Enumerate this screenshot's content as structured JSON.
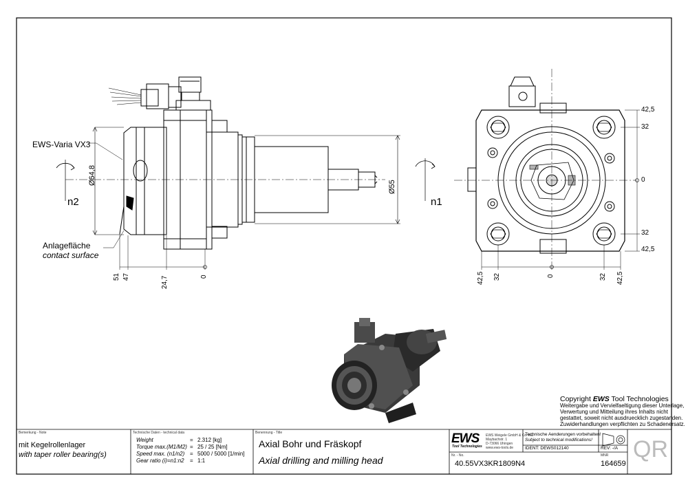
{
  "side_view": {
    "label_product": "EWS-Varia VX3",
    "label_contact_de": "Anlagefläche",
    "label_contact_en": "contact surface",
    "dia_left": "Ø64,8",
    "dia_right": "Ø55",
    "n_left": "n2",
    "n_right": "n1",
    "dims_bottom": [
      "51",
      "47",
      "24,7",
      "0"
    ]
  },
  "front_view": {
    "dims_right": [
      "42,5",
      "32",
      "0",
      "32",
      "42,5"
    ],
    "dims_bottom": [
      "42,5",
      "32",
      "0",
      "32",
      "42,5"
    ]
  },
  "copyright": {
    "line1_pre": "Copyright ",
    "line1_brand": "EWS",
    "line1_post": " Tool Technologies",
    "lines": [
      "Weitergabe und Vervielfaeltigung dieser Unterlage,",
      "Verwertung und Mitteilung ihres Inhalts nicht",
      "gestattet, soweit nicht ausdruecklich zugestanden.",
      "Zuwiderhandlungen verpflichten zu Schadenersatz."
    ]
  },
  "title_block": {
    "note_caption": "Bemerkung - Note",
    "note_de": "mit Kegelrollenlager",
    "note_en": "with taper roller bearing(s)",
    "tech_caption": "Technische Daten - technical data",
    "tech_rows": [
      {
        "label": "Weight",
        "eq": "=",
        "value": "2.312 [kg]"
      },
      {
        "label": "Torque max.(M1/M2)",
        "eq": "=",
        "value": "25 / 25 [Nm]"
      },
      {
        "label": "Speed max. (n1/n2)",
        "eq": "=",
        "value": "5000 / 5000 [1/min]"
      },
      {
        "label": "Gear ratio  (i)=n1:n2",
        "eq": "=",
        "value": "1:1"
      }
    ],
    "title_caption": "Benennung - Title",
    "title_de": "Axial Bohr und Fräskopf",
    "title_en": "Axial drilling and milling head",
    "logo": "EWS",
    "logo_sub": "Tool Technologies",
    "company": [
      "EWS Weigele GmbH & Co. KG",
      "Maybachstr. 1",
      "D-73066 Uhingen",
      "www.ews-tools.de"
    ],
    "change_de": "Technische Aenderungen vorbehalten!",
    "change_en": "Subject to technical modifications!",
    "ident": "IDENT:  DEWS012140",
    "rev": "REV:  -/A",
    "nr_caption": "Nr. - No.",
    "nr": "40.55VX3KR1809N4",
    "mnr_caption": "MNR",
    "mnr": "164659",
    "qr": "QR"
  }
}
